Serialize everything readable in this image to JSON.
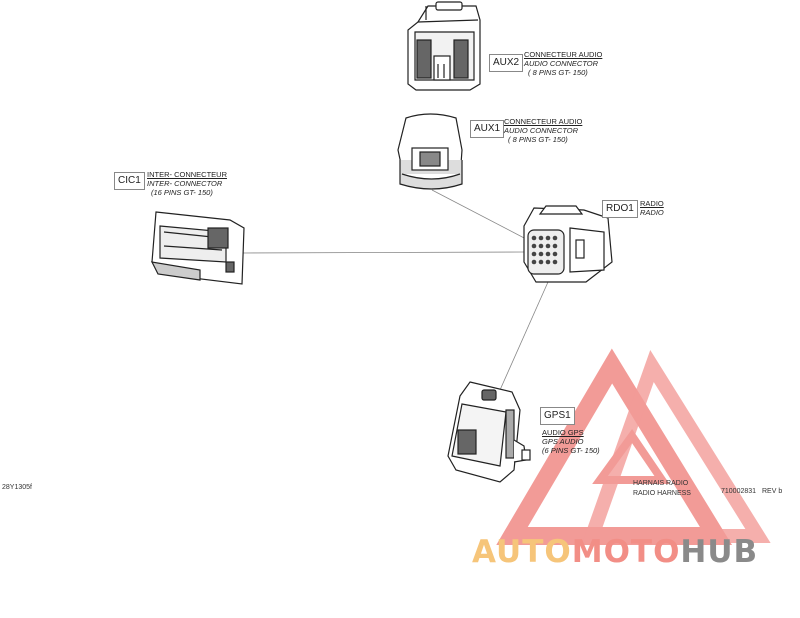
{
  "connectors": {
    "aux2": {
      "code": "AUX2",
      "name_fr": "CONNECTEUR AUDIO",
      "name_en": "AUDIO CONNECTOR",
      "pins": "( 8 PINS GT-  150)"
    },
    "aux1": {
      "code": "AUX1",
      "name_fr": "CONNECTEUR AUDIO",
      "name_en": "AUDIO CONNECTOR",
      "pins": "( 8 PINS GT-  150)"
    },
    "cic1": {
      "code": "CIC1",
      "name_fr": "INTER-  CONNECTEUR",
      "name_en": "INTER-  CONNECTOR",
      "pins": "(16 PINS GT-  150)"
    },
    "rdo1": {
      "code": "RDO1",
      "name_fr": "RADIO",
      "name_en": "RADIO"
    },
    "gps1": {
      "code": "GPS1",
      "name_fr": "AUDIO GPS",
      "name_en": "GPS AUDIO",
      "pins": "(6 PINS GT-  150)"
    }
  },
  "harness": {
    "name_fr": "HARNAIS RADIO",
    "name_en": "RADIO HARNESS"
  },
  "part_number": "710002831",
  "revision": "REV b",
  "drawing_ref": "28Y1305f",
  "watermark": {
    "part1": "AUTO",
    "part2": "MOTO",
    "part3": "HUB",
    "colors": {
      "auto": "#f6c57a",
      "moto": "#f28e86",
      "hub": "#8a8a8a",
      "triangle": "#f08a86"
    }
  }
}
